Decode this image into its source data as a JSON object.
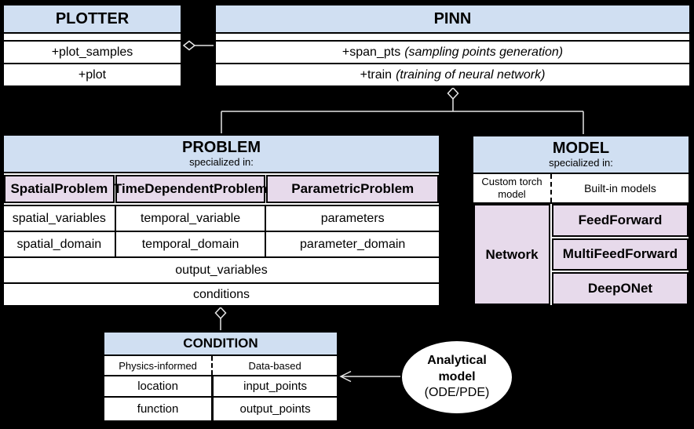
{
  "colors": {
    "background": "#000000",
    "header_blue": "#d0dff2",
    "cell_purple": "#e7daeb",
    "box_fill": "#ffffff",
    "border": "#000000",
    "connector": "#e6e6e6"
  },
  "plotter": {
    "title": "PLOTTER",
    "methods": [
      "+plot_samples",
      "+plot"
    ]
  },
  "pinn": {
    "title": "PINN",
    "methods": [
      {
        "name": "+span_pts",
        "note": "(sampling points generation)"
      },
      {
        "name": "+train",
        "note": "(training of neural network)"
      }
    ]
  },
  "problem": {
    "title": "PROBLEM",
    "subtitle": "specialized in:",
    "columns": [
      {
        "header": "SpatialProblem",
        "rows": [
          "spatial_variables",
          "spatial_domain"
        ]
      },
      {
        "header": "TimeDependentProblem",
        "rows": [
          "temporal_variable",
          "temporal_domain"
        ]
      },
      {
        "header": "ParametricProblem",
        "rows": [
          "parameters",
          "parameter_domain"
        ]
      }
    ],
    "shared_rows": [
      "output_variables",
      "conditions"
    ]
  },
  "model": {
    "title": "MODEL",
    "subtitle": "specialized in:",
    "left_header": "Custom torch model",
    "right_header": "Built-in models",
    "left_cell": "Network",
    "right_cells": [
      "FeedForward",
      "MultiFeedForward",
      "DeepONet"
    ]
  },
  "condition": {
    "title": "CONDITION",
    "left_header": "Physics-informed",
    "right_header": "Data-based",
    "left_rows": [
      "location",
      "function"
    ],
    "right_rows": [
      "input_points",
      "output_points"
    ]
  },
  "analytical_model": {
    "line1": "Analytical",
    "line2": "model",
    "line3": "(ODE/PDE)"
  }
}
